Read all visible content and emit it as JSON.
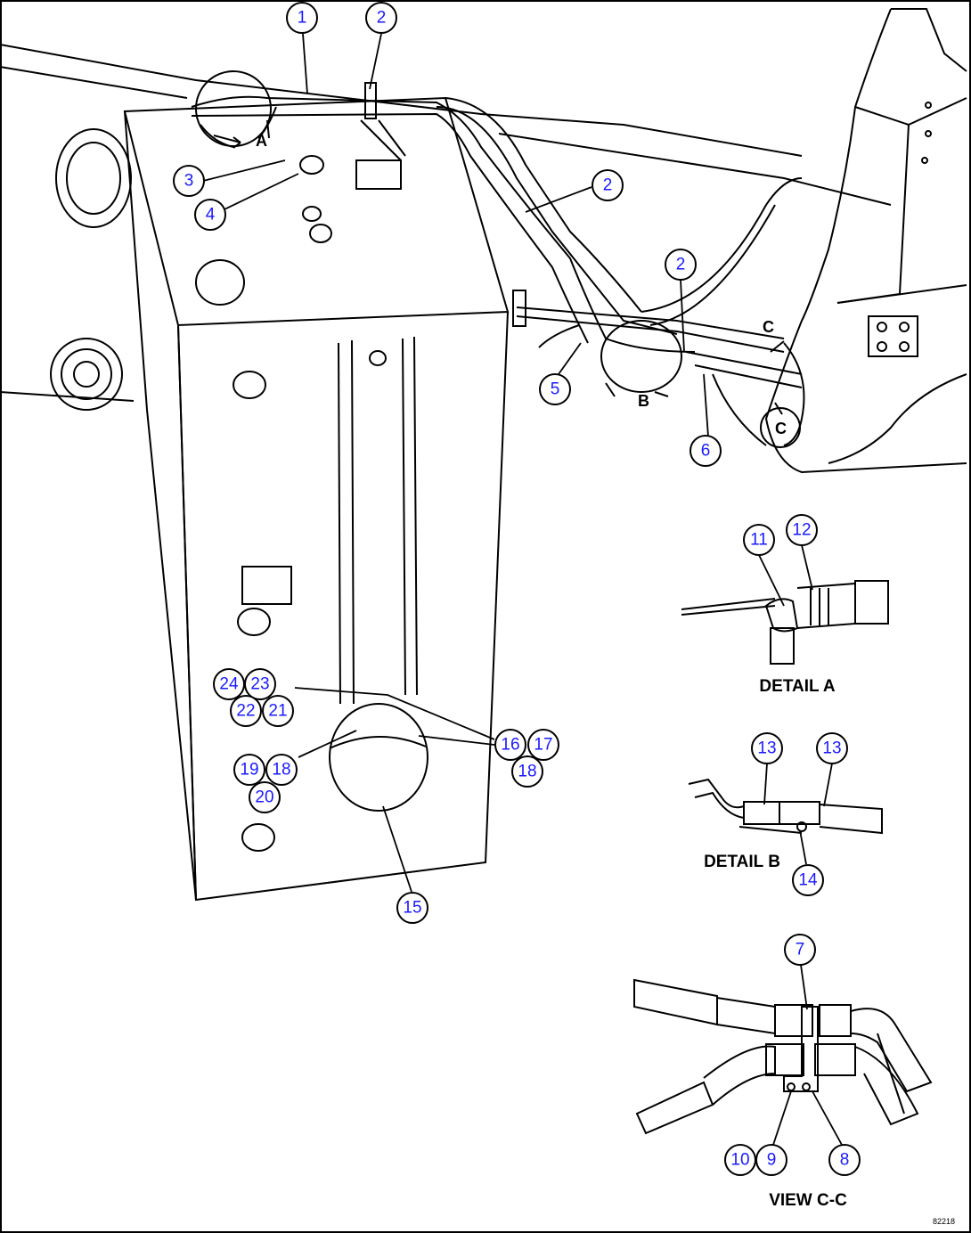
{
  "callouts": [
    "1",
    "2",
    "3",
    "4",
    "5",
    "6",
    "7",
    "8",
    "9",
    "10",
    "11",
    "12",
    "13",
    "14",
    "15",
    "16",
    "17",
    "18",
    "19",
    "20",
    "21",
    "22",
    "23",
    "24"
  ],
  "captions": {
    "detail_a": "DETAIL A",
    "detail_b": "DETAIL B",
    "view_cc": "VIEW C-C"
  },
  "view_letters": {
    "a": "A",
    "b": "B",
    "c": "C"
  },
  "drawing_id": "82218"
}
